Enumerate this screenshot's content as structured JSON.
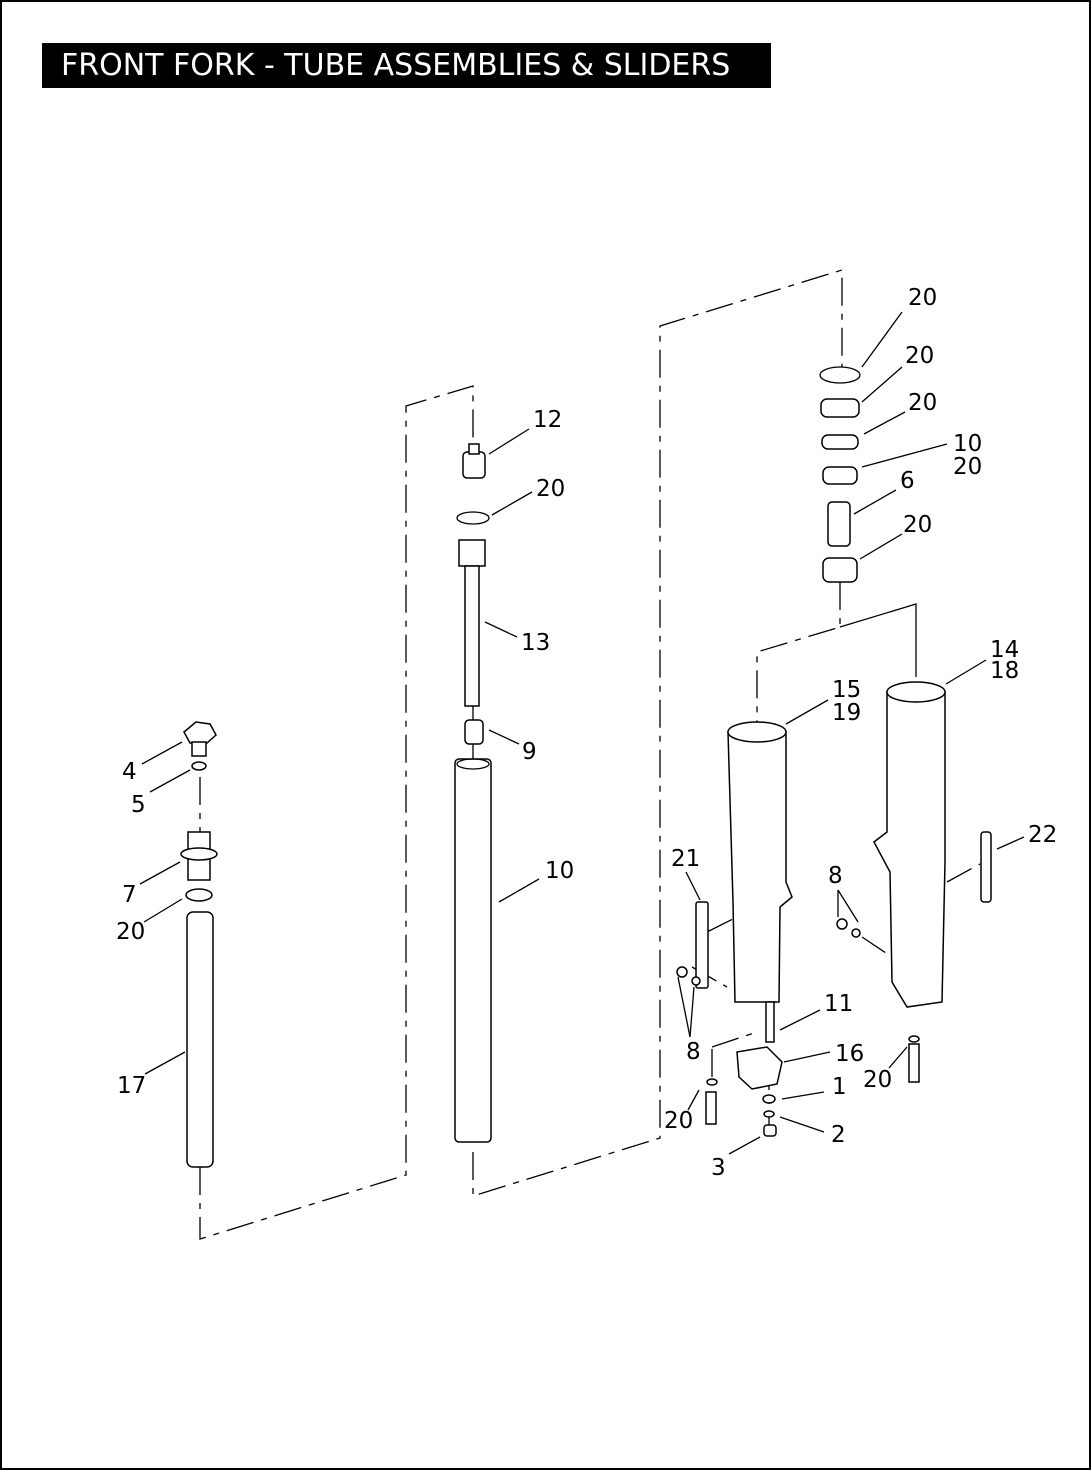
{
  "title": "FRONT FORK - TUBE ASSEMBLIES & SLIDERS",
  "callouts": {
    "c20a": "20",
    "c20b": "20",
    "c20c": "20",
    "c10a": "10",
    "c20d": "20",
    "c6": "6",
    "c20e": "20",
    "c12": "12",
    "c20f": "20",
    "c13": "13",
    "c9": "9",
    "c10b": "10",
    "c4": "4",
    "c5": "5",
    "c7": "7",
    "c20g": "20",
    "c17": "17",
    "c14": "14",
    "c18": "18",
    "c15": "15",
    "c19": "19",
    "c22": "22",
    "c21": "21",
    "c8a": "8",
    "c11": "11",
    "c8b": "8",
    "c16": "16",
    "c1": "1",
    "c20h": "20",
    "c2": "2",
    "c3": "3",
    "c20i": "20"
  }
}
